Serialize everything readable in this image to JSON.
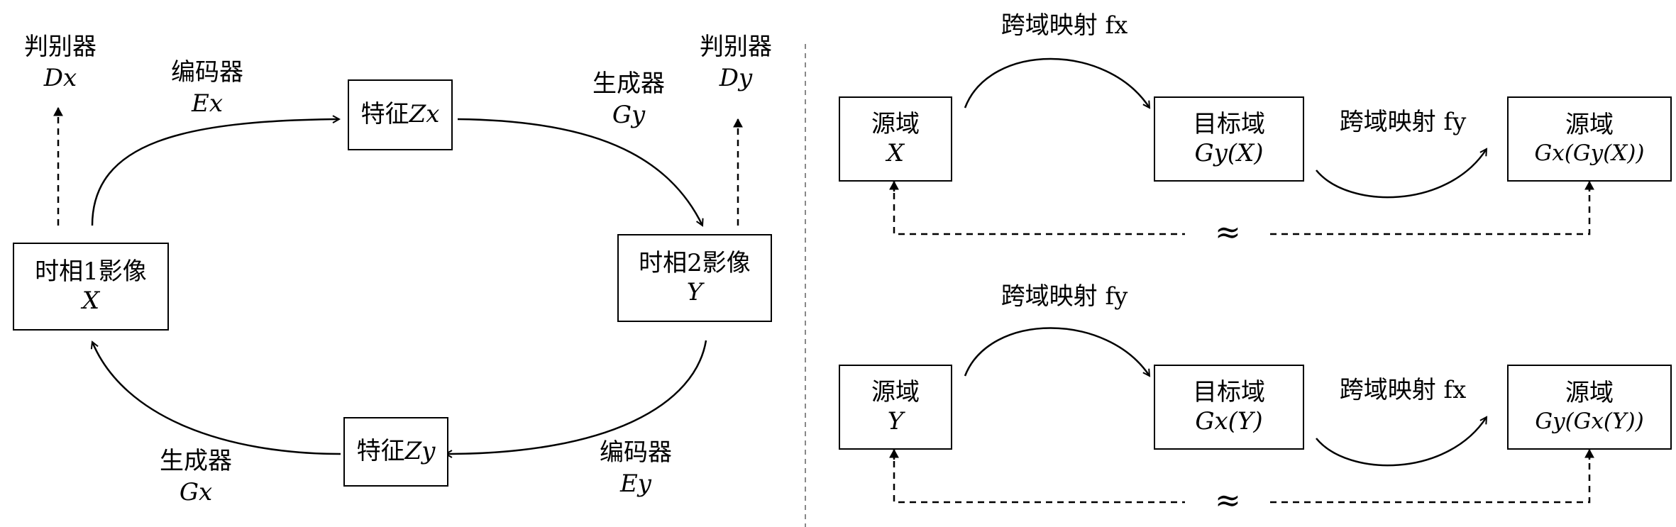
{
  "left": {
    "box_t1": {
      "title": "时相1影像",
      "var": "X"
    },
    "box_t2": {
      "title": "时相2影像",
      "var": "Y"
    },
    "box_zx": {
      "title": "特征",
      "var": "Zx"
    },
    "box_zy": {
      "title": "特征",
      "var": "Zy"
    },
    "disc_x": {
      "name": "判别器",
      "sym": "Dx"
    },
    "disc_y": {
      "name": "判别器",
      "sym": "Dy"
    },
    "enc_x": {
      "name": "编码器",
      "sym": "Ex"
    },
    "gen_y": {
      "name": "生成器",
      "sym": "Gy"
    },
    "gen_x": {
      "name": "生成器",
      "sym": "Gx"
    },
    "enc_y": {
      "name": "编码器",
      "sym": "Ey"
    }
  },
  "right": {
    "top": {
      "map_top": "跨域映射 fx",
      "src": {
        "title": "源域",
        "var": "X"
      },
      "mid": {
        "title": "目标域",
        "var": "Gy(X)"
      },
      "map_mid": "跨域映射 fy",
      "dst": {
        "title": "源域",
        "var": "Gx(Gy(X))"
      },
      "approx": "≈"
    },
    "bottom": {
      "map_top": "跨域映射 fy",
      "src": {
        "title": "源域",
        "var": "Y"
      },
      "mid": {
        "title": "目标域",
        "var": "Gx(Y)"
      },
      "map_mid": "跨域映射 fx",
      "dst": {
        "title": "源域",
        "var": "Gy(Gx(Y))"
      },
      "approx": "≈"
    }
  }
}
